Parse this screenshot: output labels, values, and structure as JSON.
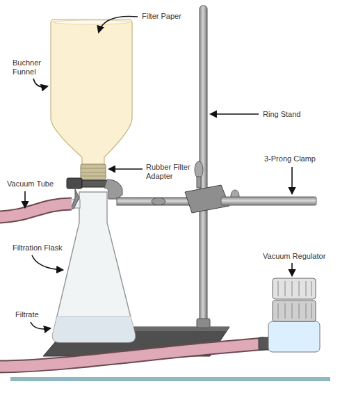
{
  "diagram": {
    "labels": [
      "Filter Paper",
      "Buchner Funnel",
      "Ring Stand",
      "3-Prong Clamp",
      "Rubber Filter Adapter",
      "Vacuum Tube",
      "Filtration Flask",
      "Vacuum Regulator",
      "Filtrate"
    ]
  }
}
